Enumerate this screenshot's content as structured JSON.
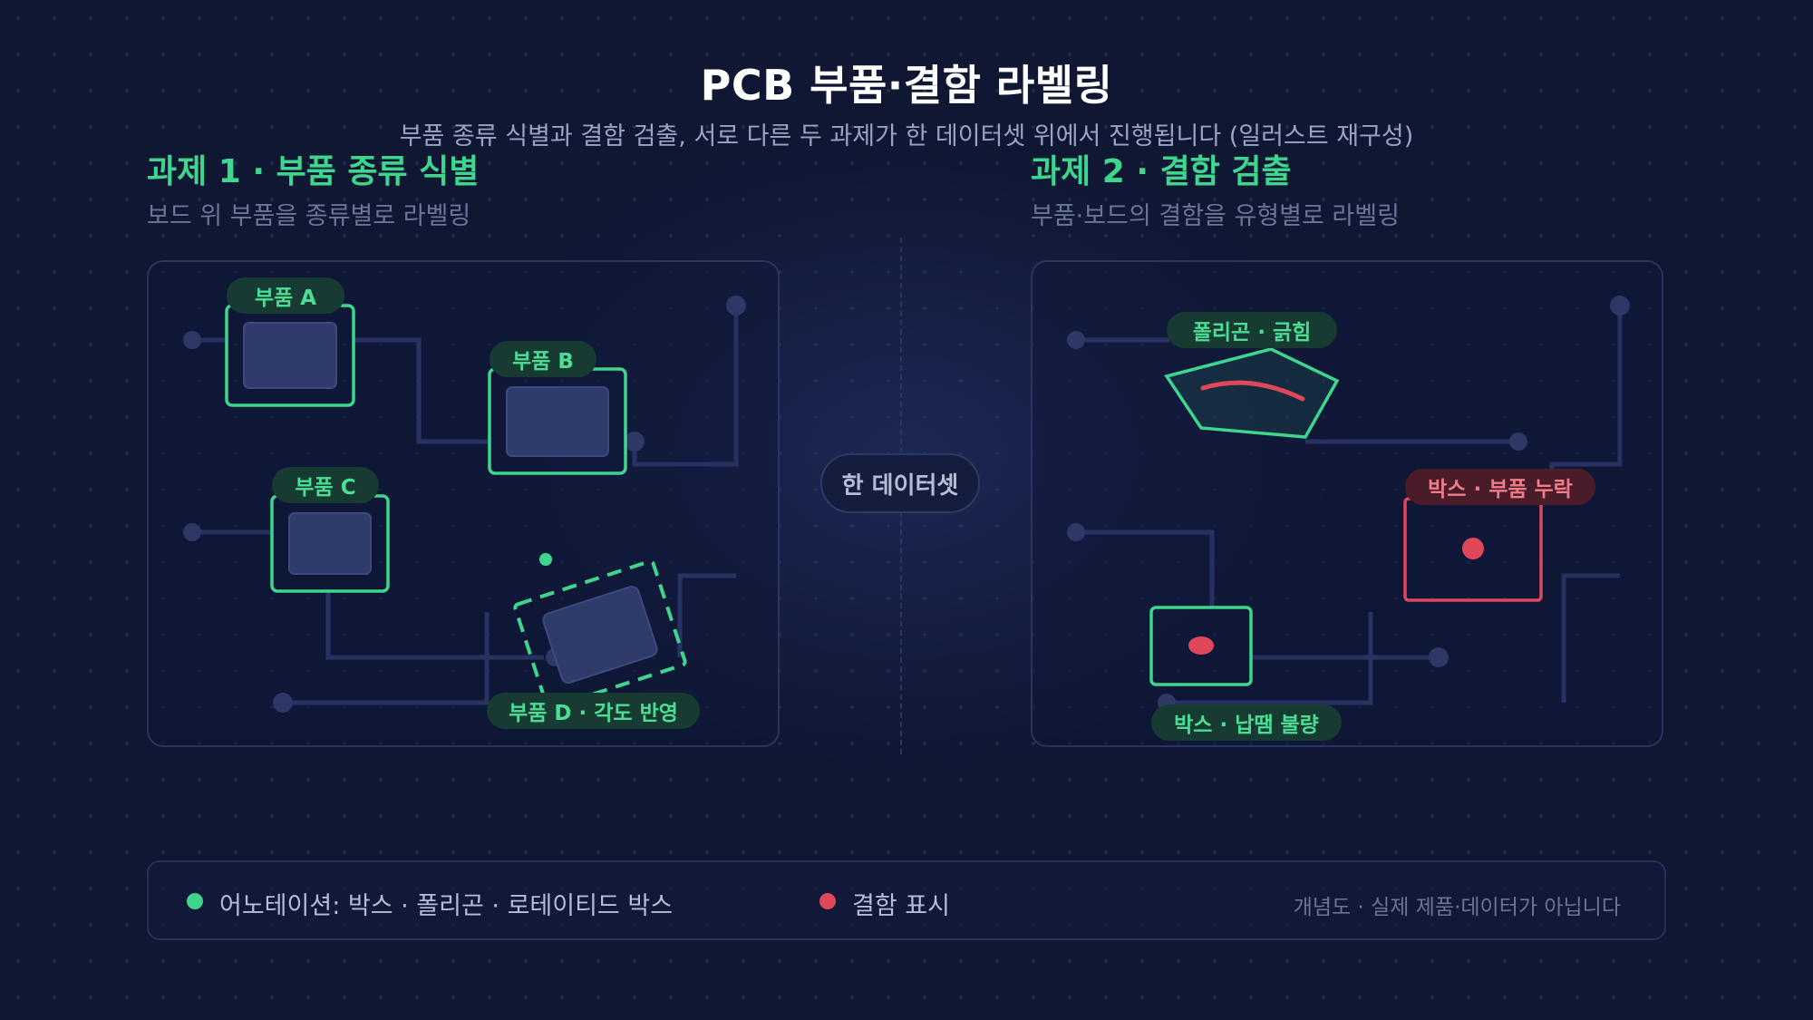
{
  "header": {
    "title": "PCB 부품·결함 라벨링",
    "subtitle": "부품 종류 식별과 결함 검출, 서로 다른 두 과제가 한 데이터셋 위에서 진행됩니다 (일러스트 재구성)"
  },
  "task1": {
    "title": "과제 1 · 부품 종류 식별",
    "description": "보드 위 부품을 종류별로 라벨링",
    "labels": {
      "a": "부품 A",
      "b": "부품 B",
      "c": "부품 C",
      "d": "부품 D · 각도 반영"
    }
  },
  "task2": {
    "title": "과제 2 · 결함 검출",
    "description": "부품·보드의 결함을 유형별로 라벨링",
    "labels": {
      "scratch": "폴리곤 · 긁힘",
      "missing": "박스 · 부품 누락",
      "solder": "박스 · 납땜 불량"
    }
  },
  "center": {
    "label": "한 데이터셋"
  },
  "legend": {
    "annotation": "어노테이션: 박스 · 폴리곤 · 로테이티드 박스",
    "defect": "결함 표시",
    "note": "개념도 · 실제 제품·데이터가 아닙니다"
  },
  "colors": {
    "accent": "#3dd68c",
    "defect": "#e0475a",
    "trace": "#2a3464",
    "component": "#2f3b6b"
  }
}
